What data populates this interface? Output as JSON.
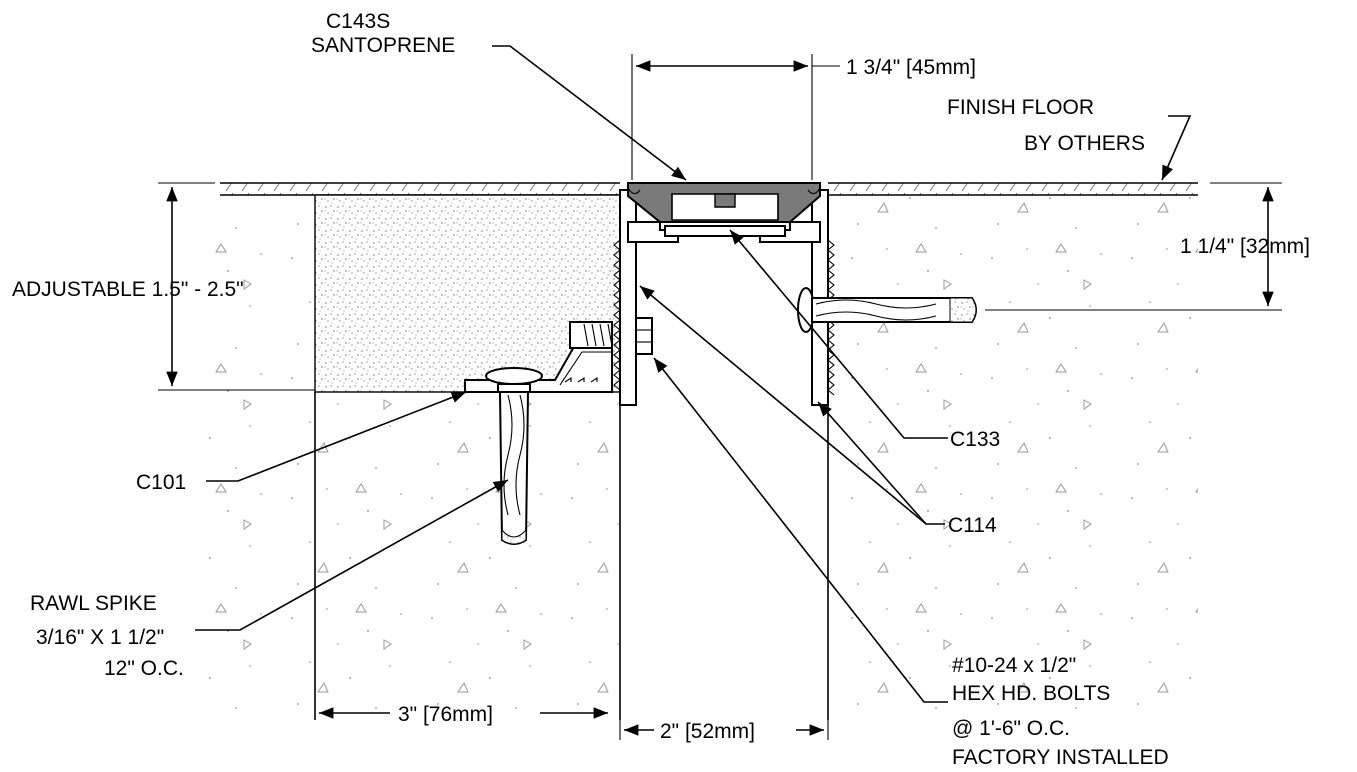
{
  "labels": {
    "gland": [
      "C143S",
      "SANTOPRENE"
    ],
    "top_width": "1 3/4\" [45mm]",
    "finish_floor": [
      "FINISH FLOOR",
      "BY OTHERS"
    ],
    "depth": "1 1/4\" [32mm]",
    "adjustable": "ADJUSTABLE 1.5\" - 2.5\"",
    "c133": "C133",
    "c101": "C101",
    "c114": "C114",
    "rawl": [
      "RAWL SPIKE",
      "3/16\" X 1 1/2\"",
      "12\" O.C."
    ],
    "bolts": [
      "#10-24  x 1/2\"",
      "HEX HD. BOLTS",
      "@ 1'-6\" O.C.",
      "FACTORY INSTALLED"
    ],
    "blockout": "3\" [76mm]",
    "gap": "2\" [52mm]"
  },
  "colors": {
    "line": "#000000",
    "gland_fill": "#7a7a7a",
    "concrete_speck": "#9a9a9a"
  }
}
